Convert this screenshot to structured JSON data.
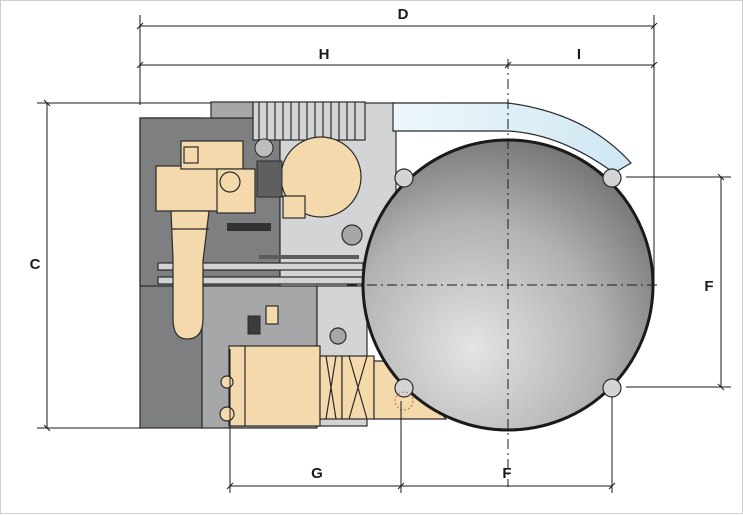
{
  "dimensions": {
    "overall_width": "D",
    "upper_left_width": "H",
    "upper_right_width": "I",
    "overall_height": "C",
    "right_height": "F",
    "lower_left_width": "G",
    "lower_right_width": "F"
  },
  "colors": {
    "component_fill": "#f4d9ac",
    "housing_dark": "#7d7f80",
    "housing_light": "#d3d4d5",
    "vessel_light": "#e4e4e4",
    "vessel_dark": "#6c6c6c",
    "cover_blue": "#dbeef7",
    "line": "#1a1a1a"
  }
}
